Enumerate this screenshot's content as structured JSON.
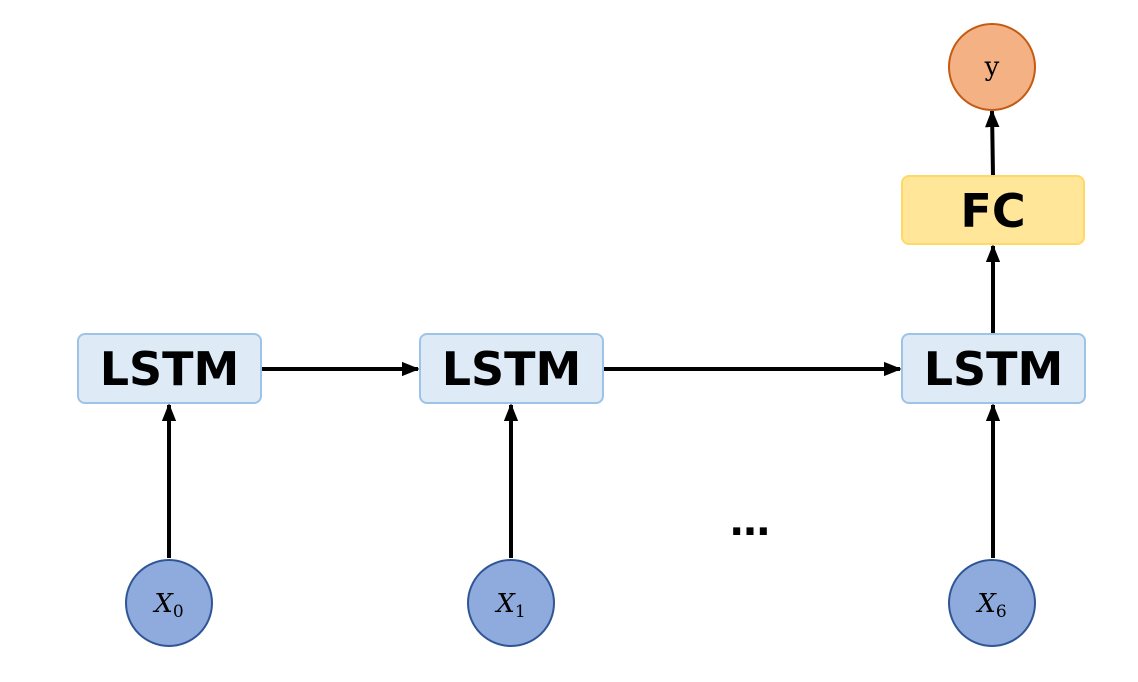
{
  "colors": {
    "lstm_fill": "#deebf7",
    "lstm_stroke": "#9dc3e6",
    "fc_fill": "#ffe699",
    "fc_stroke": "#ffd966",
    "input_fill": "#8faadc",
    "input_stroke": "#2f5597",
    "output_fill": "#f4b183",
    "output_stroke": "#c55a11",
    "arrow": "#000000"
  },
  "lstm_cells": [
    {
      "label": "LSTM"
    },
    {
      "label": "LSTM"
    },
    {
      "label": "LSTM"
    }
  ],
  "inputs": [
    {
      "base": "X",
      "sub": "0"
    },
    {
      "base": "X",
      "sub": "1"
    },
    {
      "base": "X",
      "sub": "6"
    }
  ],
  "fc": {
    "label": "FC"
  },
  "output": {
    "label": "y"
  },
  "ellipsis": "…"
}
